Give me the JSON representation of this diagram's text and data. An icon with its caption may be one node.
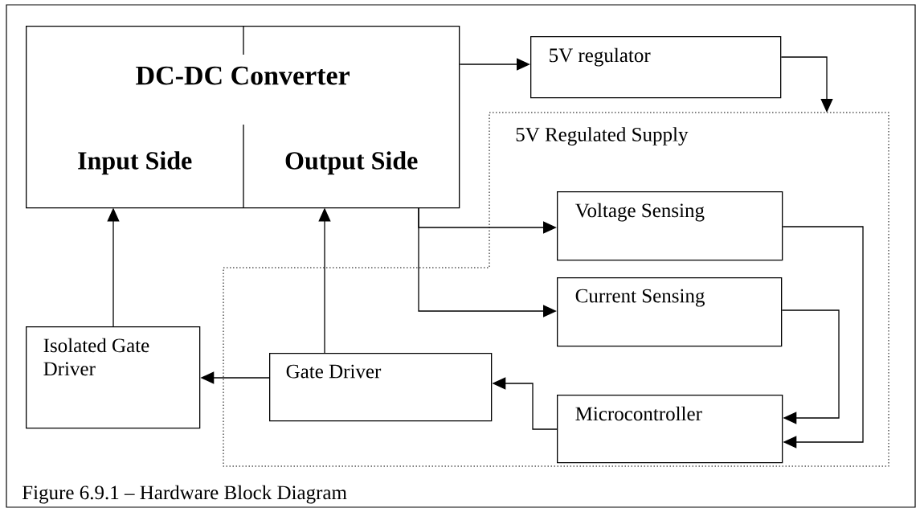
{
  "diagram": {
    "caption": "Figure 6.9.1 – Hardware Block Diagram",
    "nodes": [
      {
        "text": [
          "DC-DC Converter"
        ]
      },
      {
        "text": [
          "Input Side"
        ],
        "in": 0
      },
      {
        "text": [
          "Output Side"
        ],
        "in": 0
      },
      {
        "text": [
          "5V regulator"
        ]
      },
      {
        "text": [
          "5V Regulated Supply"
        ]
      },
      {
        "text": [
          "Voltage Sensing"
        ],
        "in": 4
      },
      {
        "text": [
          "Current Sensing"
        ],
        "in": 4
      },
      {
        "text": [
          "Isolated Gate Driver"
        ]
      },
      {
        "text": [
          "Gate Driver"
        ],
        "in": 4
      },
      {
        "text": [
          "Microcontroller"
        ],
        "in": 4
      }
    ],
    "edges": [
      {
        "from": 0,
        "to": 3,
        "arrow": "to"
      },
      {
        "from": 3,
        "to": 4,
        "arrow": "to"
      },
      {
        "from": 2,
        "to": 5,
        "arrow": "to"
      },
      {
        "from": 2,
        "to": 6,
        "arrow": "to"
      },
      {
        "from": 7,
        "to": 1,
        "arrow": "to"
      },
      {
        "from": 8,
        "to": 2,
        "arrow": "to"
      },
      {
        "from": 8,
        "to": 7,
        "arrow": "to"
      },
      {
        "from": 9,
        "to": 8,
        "arrow": "to"
      },
      {
        "from": 6,
        "to": 9,
        "arrow": "to"
      },
      {
        "from": 5,
        "to": 9,
        "arrow": "to"
      }
    ]
  }
}
